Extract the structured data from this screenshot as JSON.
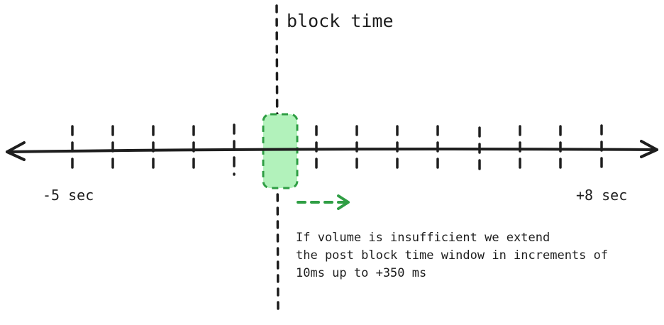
{
  "labels": {
    "block_time": "block time",
    "range_start": "-5 sec",
    "range_end": "+8 sec"
  },
  "annotation": {
    "lines": [
      "If volume is insufficient we extend",
      "the post block time window in increments of",
      "10ms up to +350 ms"
    ]
  },
  "colors": {
    "ink": "#1e1e1e",
    "window_fill": "#b2f2bb",
    "window_stroke": "#2f9e44",
    "arrow_green": "#2f9e44"
  }
}
